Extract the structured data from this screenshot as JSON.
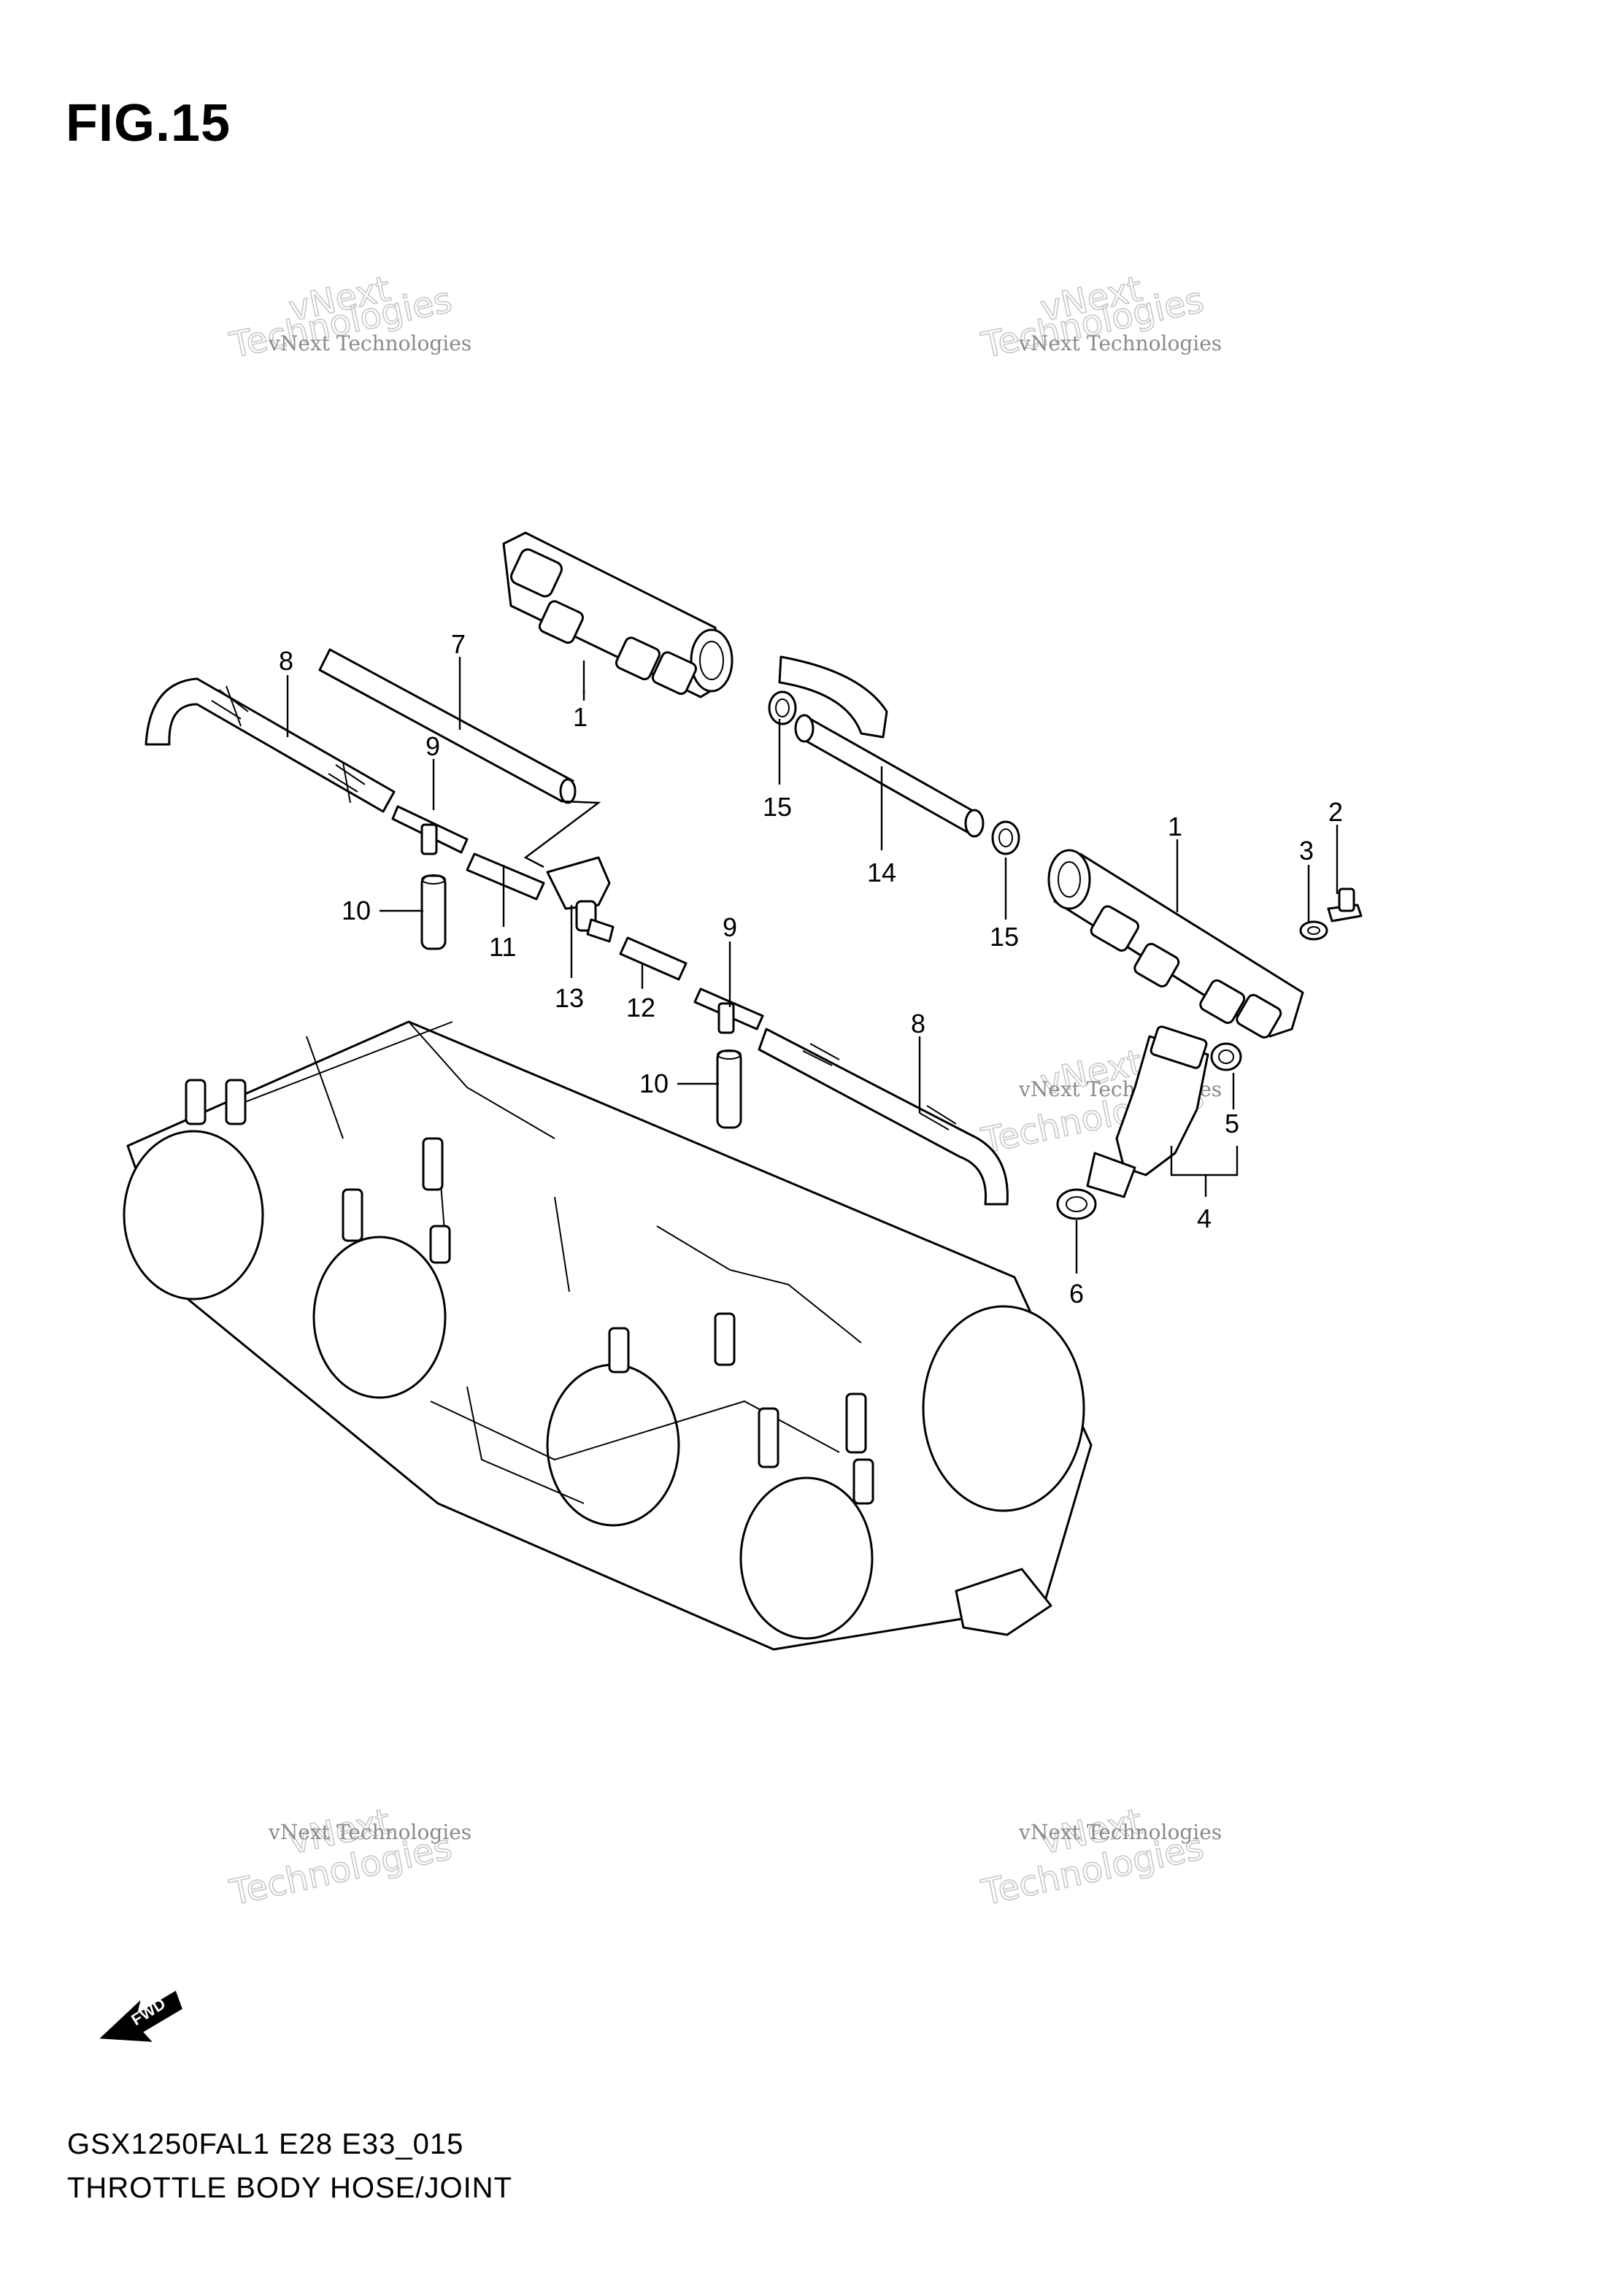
{
  "figure": {
    "title": "FIG.15"
  },
  "footer": {
    "model_code": "GSX1250FAL1 E28 E33_015",
    "description": "THROTTLE BODY HOSE/JOINT"
  },
  "watermark": {
    "line1": "vNext Technologies",
    "line2": "vNext",
    "line3": "Technologies"
  },
  "fwd_label": "FWD",
  "callouts": [
    "1",
    "8",
    "7",
    "9",
    "15",
    "14",
    "1",
    "2",
    "3",
    "10",
    "11",
    "13",
    "12",
    "9",
    "15",
    "8",
    "10",
    "5",
    "4",
    "6"
  ]
}
